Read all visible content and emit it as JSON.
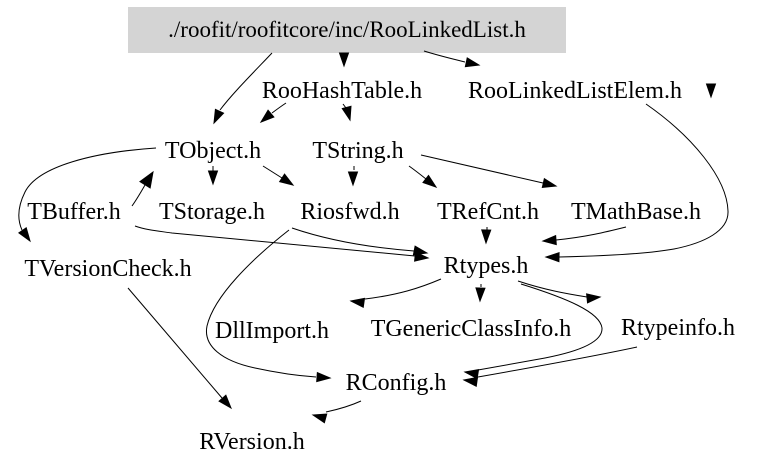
{
  "diagram": {
    "kind": "include-dependency-graph",
    "root": "./roofit/roofitcore/inc/RooLinkedList.h",
    "colors": {
      "root_box_fill": "#d4d4d4",
      "edge": "#000000",
      "text": "#000000",
      "background": "#ffffff"
    },
    "nodes": [
      "RooHashTable.h",
      "RooLinkedListElem.h",
      "TObject.h",
      "TString.h",
      "TBuffer.h",
      "TStorage.h",
      "Riosfwd.h",
      "TRefCnt.h",
      "TMathBase.h",
      "TVersionCheck.h",
      "Rtypes.h",
      "DllImport.h",
      "TGenericClassInfo.h",
      "Rtypeinfo.h",
      "RConfig.h",
      "RVersion.h"
    ],
    "edges": [
      {
        "from": "./roofit/roofitcore/inc/RooLinkedList.h",
        "to": "TObject.h"
      },
      {
        "from": "./roofit/roofitcore/inc/RooLinkedList.h",
        "to": "RooHashTable.h"
      },
      {
        "from": "./roofit/roofitcore/inc/RooLinkedList.h",
        "to": "RooLinkedListElem.h"
      },
      {
        "from": "RooHashTable.h",
        "to": "TObject.h"
      },
      {
        "from": "RooHashTable.h",
        "to": "TString.h"
      },
      {
        "from": "RooLinkedListElem.h",
        "to": "Rtypes.h"
      },
      {
        "from": "TObject.h",
        "to": "TStorage.h"
      },
      {
        "from": "TObject.h",
        "to": "Riosfwd.h"
      },
      {
        "from": "TObject.h",
        "to": "TVersionCheck.h"
      },
      {
        "from": "TBuffer.h",
        "to": "TObject.h"
      },
      {
        "from": "TBuffer.h",
        "to": "Rtypes.h"
      },
      {
        "from": "Riosfwd.h",
        "to": "Rtypes.h"
      },
      {
        "from": "Riosfwd.h",
        "to": "RConfig.h"
      },
      {
        "from": "TString.h",
        "to": "Riosfwd.h"
      },
      {
        "from": "TString.h",
        "to": "TRefCnt.h"
      },
      {
        "from": "TString.h",
        "to": "TMathBase.h"
      },
      {
        "from": "TRefCnt.h",
        "to": "Rtypes.h"
      },
      {
        "from": "TMathBase.h",
        "to": "Rtypes.h"
      },
      {
        "from": "TVersionCheck.h",
        "to": "RVersion.h"
      },
      {
        "from": "Rtypes.h",
        "to": "DllImport.h"
      },
      {
        "from": "Rtypes.h",
        "to": "TGenericClassInfo.h"
      },
      {
        "from": "Rtypes.h",
        "to": "Rtypeinfo.h"
      },
      {
        "from": "Rtypes.h",
        "to": "RConfig.h"
      },
      {
        "from": "Rtypeinfo.h",
        "to": "RConfig.h"
      },
      {
        "from": "RConfig.h",
        "to": "RVersion.h"
      }
    ]
  }
}
